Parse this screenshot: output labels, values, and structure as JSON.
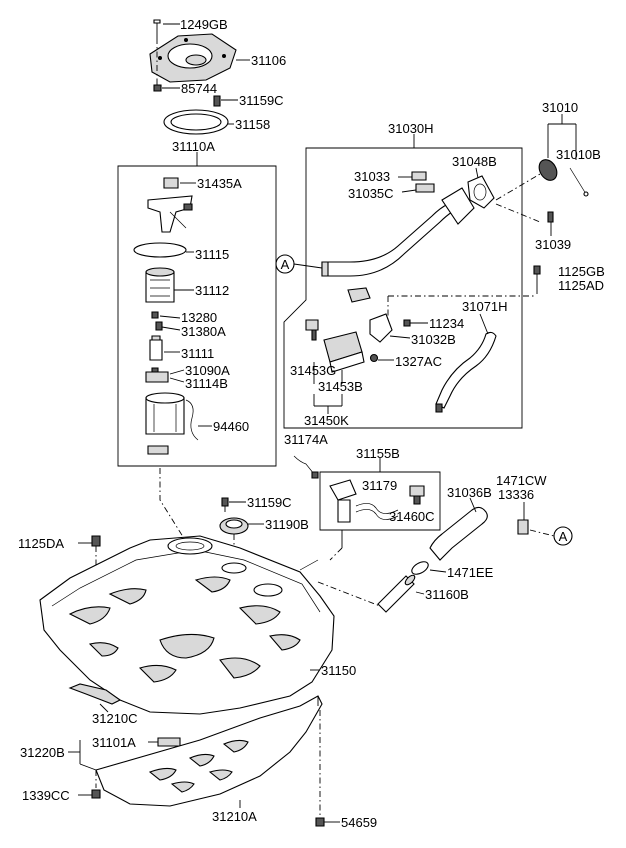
{
  "title": "",
  "callout_marker": "A",
  "labels": {
    "p1249GB": "1249GB",
    "p31106": "31106",
    "p85744": "85744",
    "p31159C_top": "31159C",
    "p31158": "31158",
    "p31110A": "31110A",
    "p31435A": "31435A",
    "p31115": "31115",
    "p31112": "31112",
    "p13280": "13280",
    "p31380A": "31380A",
    "p31111": "31111",
    "p31090A": "31090A",
    "p31114B": "31114B",
    "p94460": "94460",
    "p31030H": "31030H",
    "p31033": "31033",
    "p31035C": "31035C",
    "p31048B": "31048B",
    "p31010": "31010",
    "p31010B": "31010B",
    "p31039": "31039",
    "p1125GB": "1125GB",
    "p1125AD": "1125AD",
    "p31071H": "31071H",
    "p11234": "11234",
    "p31032B": "31032B",
    "p1327AC": "1327AC",
    "p31453G": "31453G",
    "p31453B": "31453B",
    "p31450K": "31450K",
    "p31174A": "31174A",
    "p31155B": "31155B",
    "p31179": "31179",
    "p31460C": "31460C",
    "p1471CW": "1471CW",
    "p13336": "13336",
    "p31036B": "31036B",
    "p31159C_mid": "31159C",
    "p31190B": "31190B",
    "p1125DA": "1125DA",
    "p1471EE": "1471EE",
    "p31160B": "31160B",
    "p31150": "31150",
    "p31210C": "31210C",
    "p31220B": "31220B",
    "p31101A": "31101A",
    "p1339CC": "1339CC",
    "p31210A": "31210A",
    "p54659": "54659"
  }
}
